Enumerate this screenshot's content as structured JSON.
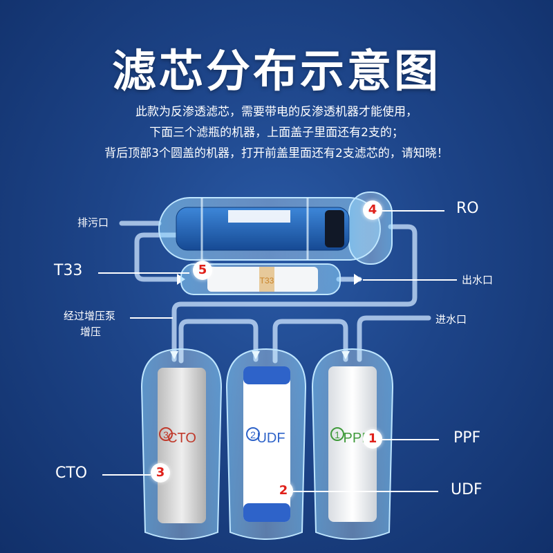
{
  "title": "滤芯分布示意图",
  "description": [
    "此款为反渗透滤芯，需要带电的反渗透机器才能使用，",
    "下面三个滤瓶的机器，上面盖子里面还有2支的；",
    "背后顶部3个圆盖的机器，打开前盖里面还有2支滤芯的，请知晓！"
  ],
  "labels": {
    "drain": "排污口",
    "t33": "T33",
    "outlet": "出水口",
    "pump_line1": "经过增压泵",
    "pump_line2": "增压",
    "inlet": "进水口",
    "ro": "RO",
    "ppf": "PPF",
    "udf": "UDF",
    "cto": "CTO"
  },
  "badges": [
    "1",
    "2",
    "3",
    "4",
    "5"
  ],
  "cartridges": {
    "cto_label": "CTO",
    "cto_num": "3",
    "udf_label": "UDF",
    "udf_num": "2",
    "ppf_label": "PPF",
    "ppf_num": "1",
    "t33_label": "T33",
    "t33_num": "5"
  },
  "colors": {
    "badge_text": "#e0201a",
    "cto_accent": "#c0392b",
    "udf_accent": "#2e63c9",
    "ppf_accent": "#3f9a3a",
    "t33_accent": "#c8842a",
    "ro_membrane": "#1f5fb0"
  }
}
